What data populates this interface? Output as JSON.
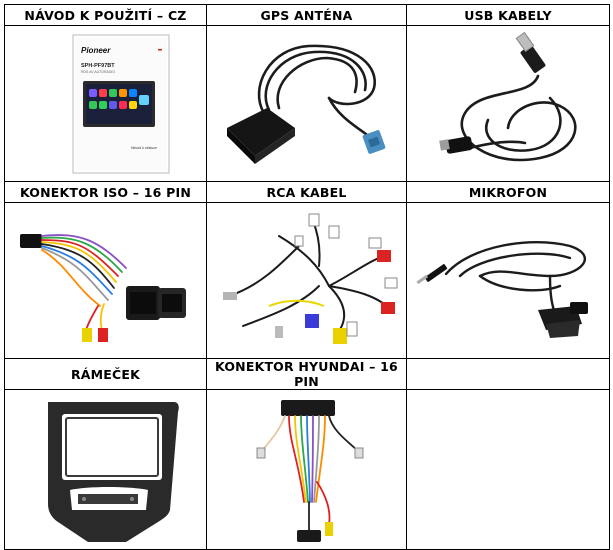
{
  "cells": [
    {
      "label": "NÁVOD K POUŽITÍ – CZ"
    },
    {
      "label": "GPS ANTÉNA"
    },
    {
      "label": "USB KABELY"
    },
    {
      "label": "KONEKTOR ISO – 16 PIN"
    },
    {
      "label": "RCA KABEL"
    },
    {
      "label": "MIKROFON"
    },
    {
      "label": "RÁMEČEK"
    },
    {
      "label": "KONEKTOR HYUNDAI – 16 PIN"
    },
    {
      "label": ""
    }
  ],
  "manual": {
    "brand": "Pioneer",
    "model": "SPH-PF97BT",
    "subtitle": "RDS AV AUTORÁDIO",
    "footer": "Návod k obsluze"
  }
}
